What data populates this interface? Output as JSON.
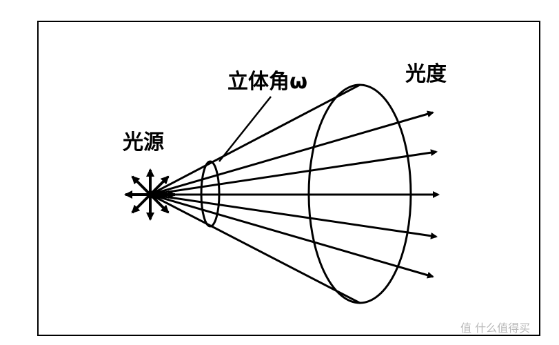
{
  "diagram": {
    "labels": {
      "source": "光源",
      "solid_angle": "立体角ω",
      "luminous_intensity": "光度"
    },
    "watermark": "值 什么值得买",
    "colors": {
      "line": "#000000",
      "background": "#ffffff",
      "watermark": "#b8b8b8"
    }
  }
}
